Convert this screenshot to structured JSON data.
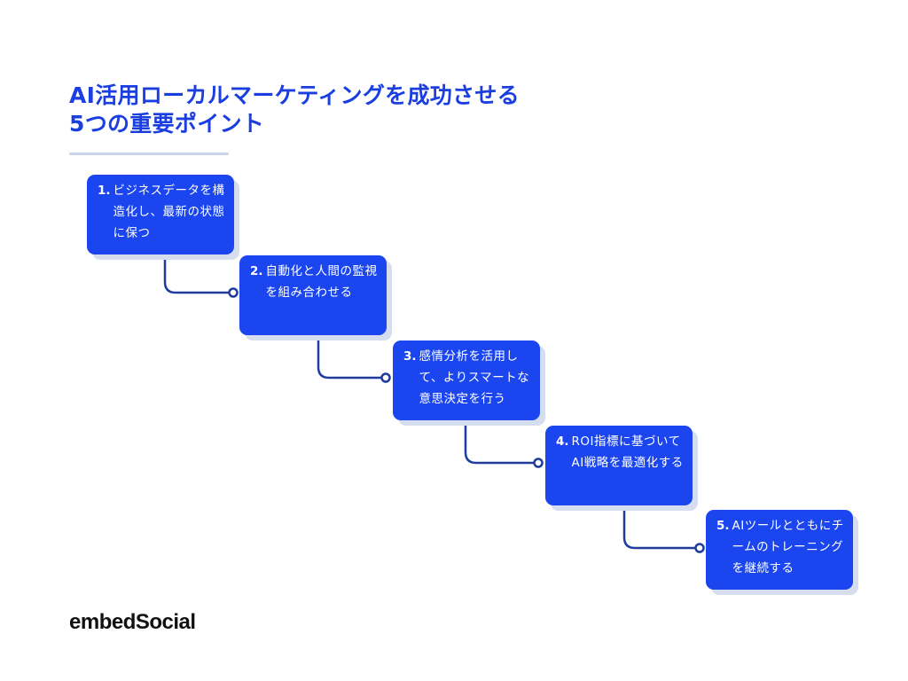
{
  "title": {
    "line1": "AI活用ローカルマーケティングを成功させる",
    "line2": "5つの重要ポイント"
  },
  "steps": [
    {
      "number": "1.",
      "text": "ビジネスデータを構造化し、最新の状態に保つ"
    },
    {
      "number": "2.",
      "text": "自動化と人間の監視を組み合わせる"
    },
    {
      "number": "3.",
      "text": "感情分析を活用して、よりスマートな意思決定を行う"
    },
    {
      "number": "4.",
      "text": "ROI指標に基づいてAI戦略を最適化する"
    },
    {
      "number": "5.",
      "text": "AIツールとともにチームのトレーニングを継続する"
    }
  ],
  "brand": {
    "logo_text": "embedSocial"
  },
  "colors": {
    "accent": "#1a45ef",
    "title": "#1a3ee0",
    "connector": "#1e3d9e"
  }
}
